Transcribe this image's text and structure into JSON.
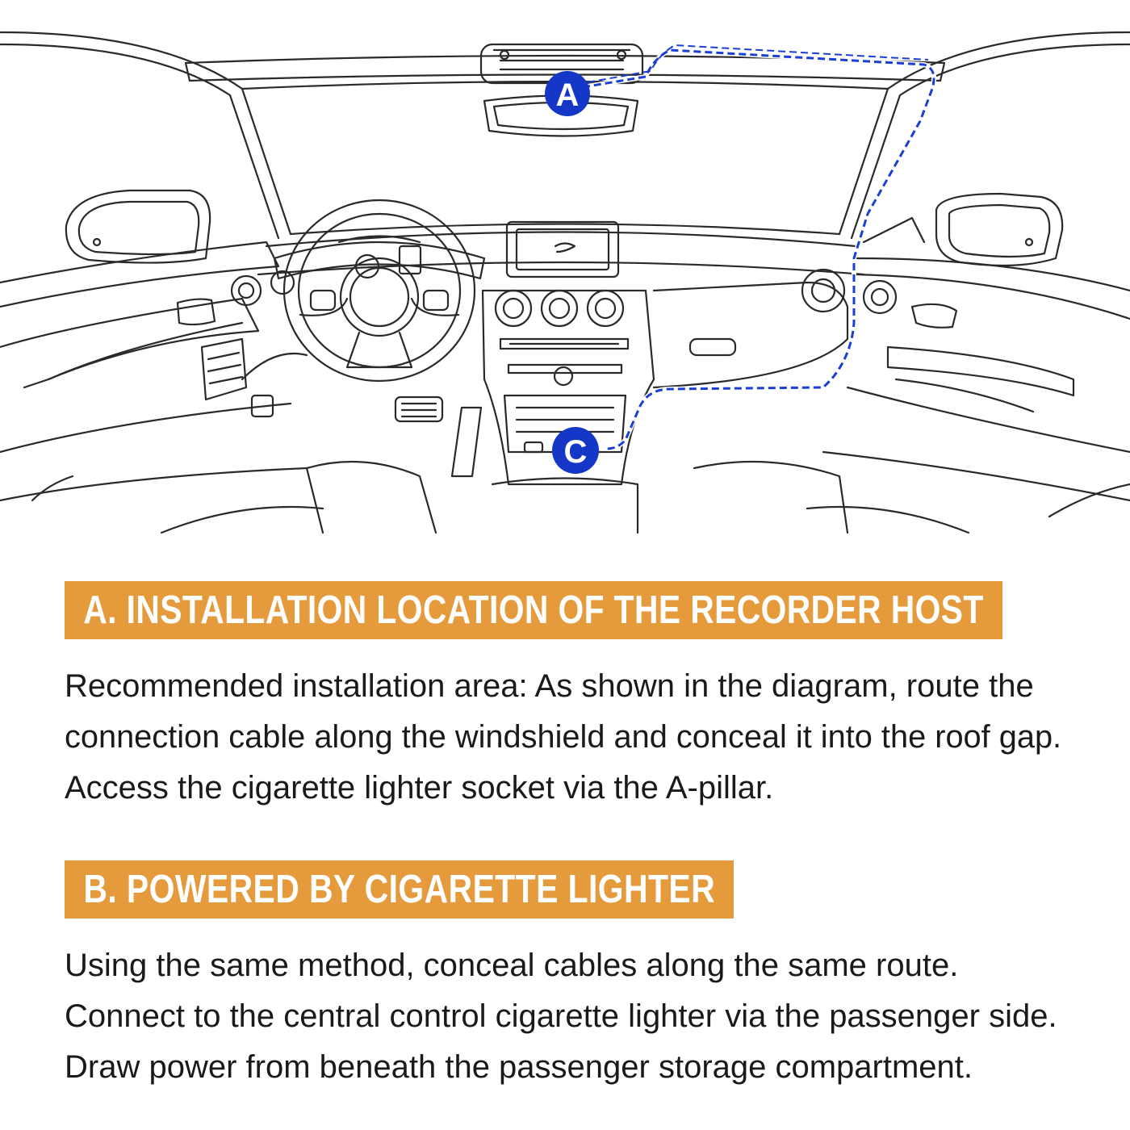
{
  "diagram": {
    "marker_a": "A",
    "marker_c": "C",
    "line_color": "#2a2a2a",
    "cable_color": "#1a3fd4",
    "marker_color": "#1537c8"
  },
  "section_a": {
    "heading": "A. INSTALLATION LOCATION OF THE RECORDER HOST",
    "lines": [
      "Recommended installation area: As shown in the diagram, route the",
      "connection cable along the windshield and conceal it into the roof gap.",
      "Access the cigarette lighter socket via the A-pillar."
    ]
  },
  "section_b": {
    "heading": "B. POWERED BY CIGARETTE LIGHTER",
    "lines": [
      "Using the same method, conceal cables along the same route.",
      "Connect to the central control cigarette lighter via the passenger side.",
      "Draw power from beneath the passenger storage compartment."
    ]
  },
  "colors": {
    "banner": "#e59a3b",
    "banner_text": "#ffffff",
    "body_text": "#1a1a1a"
  }
}
